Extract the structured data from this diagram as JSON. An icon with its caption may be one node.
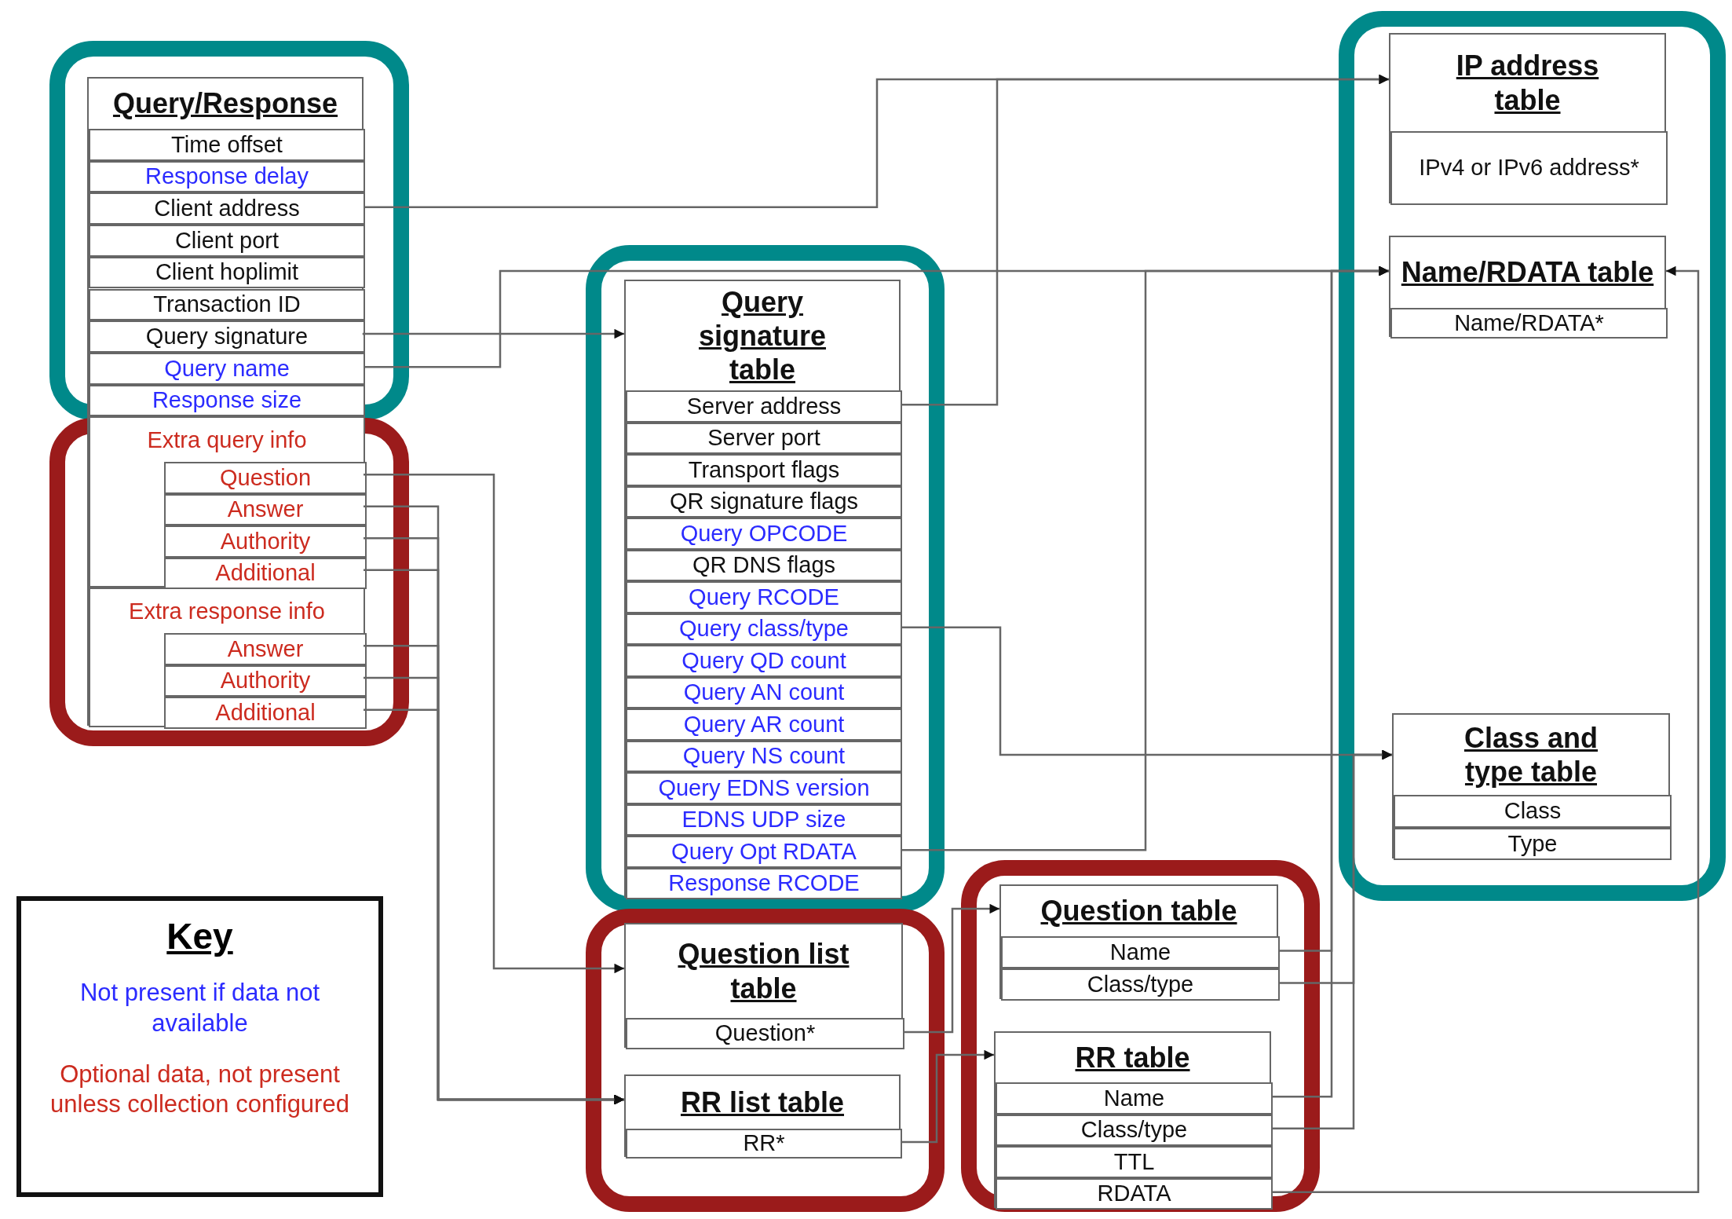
{
  "diagram": {
    "nodes": [
      {
        "text": [
          "Query/Response"
        ]
      },
      {
        "text": [
          "Time offset"
        ],
        "in": 0
      },
      {
        "text": [
          "Response delay"
        ],
        "in": 0
      },
      {
        "text": [
          "Client address"
        ],
        "in": 0
      },
      {
        "text": [
          "Client port"
        ],
        "in": 0
      },
      {
        "text": [
          "Client hoplimit"
        ],
        "in": 0
      },
      {
        "text": [
          "Transaction ID"
        ],
        "in": 0
      },
      {
        "text": [
          "Query signature"
        ],
        "in": 0
      },
      {
        "text": [
          "Query name"
        ],
        "in": 0
      },
      {
        "text": [
          "Response size"
        ],
        "in": 0
      },
      {
        "text": [
          "Extra query info"
        ],
        "in": 0
      },
      {
        "text": [
          "Question"
        ],
        "in": 10
      },
      {
        "text": [
          "Answer"
        ],
        "in": 10
      },
      {
        "text": [
          "Authority"
        ],
        "in": 10
      },
      {
        "text": [
          "Additional"
        ],
        "in": 10
      },
      {
        "text": [
          "Extra response info"
        ],
        "in": 0
      },
      {
        "text": [
          "Answer"
        ],
        "in": 15
      },
      {
        "text": [
          "Authority"
        ],
        "in": 15
      },
      {
        "text": [
          "Additional"
        ],
        "in": 15
      },
      {
        "text": [
          "Query signature table"
        ]
      },
      {
        "text": [
          "Server address"
        ],
        "in": 19
      },
      {
        "text": [
          "Server port"
        ],
        "in": 19
      },
      {
        "text": [
          "Transport flags"
        ],
        "in": 19
      },
      {
        "text": [
          "QR signature flags"
        ],
        "in": 19
      },
      {
        "text": [
          "Query OPCODE"
        ],
        "in": 19
      },
      {
        "text": [
          "QR DNS flags"
        ],
        "in": 19
      },
      {
        "text": [
          "Query RCODE"
        ],
        "in": 19
      },
      {
        "text": [
          "Query class/type"
        ],
        "in": 19
      },
      {
        "text": [
          "Query QD count"
        ],
        "in": 19
      },
      {
        "text": [
          "Query AN count"
        ],
        "in": 19
      },
      {
        "text": [
          "Query AR count"
        ],
        "in": 19
      },
      {
        "text": [
          "Query NS count"
        ],
        "in": 19
      },
      {
        "text": [
          "Query EDNS version"
        ],
        "in": 19
      },
      {
        "text": [
          "EDNS UDP size"
        ],
        "in": 19
      },
      {
        "text": [
          "Query Opt RDATA"
        ],
        "in": 19
      },
      {
        "text": [
          "Response RCODE"
        ],
        "in": 19
      },
      {
        "text": [
          "IP address table"
        ]
      },
      {
        "text": [
          "IPv4 or IPv6 address*"
        ],
        "in": 36
      },
      {
        "text": [
          "Name/RDATA table"
        ]
      },
      {
        "text": [
          "Name/RDATA*"
        ],
        "in": 38
      },
      {
        "text": [
          "Class and type table"
        ]
      },
      {
        "text": [
          "Class"
        ],
        "in": 40
      },
      {
        "text": [
          "Type"
        ],
        "in": 40
      },
      {
        "text": [
          "Question list table"
        ]
      },
      {
        "text": [
          "Question*"
        ],
        "in": 43
      },
      {
        "text": [
          "RR list table"
        ]
      },
      {
        "text": [
          "RR*"
        ],
        "in": 45
      },
      {
        "text": [
          "Question table"
        ]
      },
      {
        "text": [
          "Name"
        ],
        "in": 47
      },
      {
        "text": [
          "Class/type"
        ],
        "in": 47
      },
      {
        "text": [
          "RR table"
        ]
      },
      {
        "text": [
          "Name"
        ],
        "in": 50
      },
      {
        "text": [
          "Class/type"
        ],
        "in": 50
      },
      {
        "text": [
          "TTL"
        ],
        "in": 50
      },
      {
        "text": [
          "RDATA"
        ],
        "in": 50
      }
    ],
    "edges": [
      {
        "from": 3,
        "to": 36,
        "arrow": "to"
      },
      {
        "from": 20,
        "to": 36,
        "arrow": "to"
      },
      {
        "from": 7,
        "to": 19,
        "arrow": "to"
      },
      {
        "from": 8,
        "to": 38,
        "arrow": "to"
      },
      {
        "from": 34,
        "to": 38,
        "arrow": "to"
      },
      {
        "from": 27,
        "to": 40,
        "arrow": "to"
      },
      {
        "from": 11,
        "to": 43,
        "arrow": "to"
      },
      {
        "from": 12,
        "to": 45,
        "arrow": "to"
      },
      {
        "from": 13,
        "to": 45,
        "arrow": "to"
      },
      {
        "from": 14,
        "to": 45,
        "arrow": "to"
      },
      {
        "from": 16,
        "to": 45,
        "arrow": "to"
      },
      {
        "from": 17,
        "to": 45,
        "arrow": "to"
      },
      {
        "from": 18,
        "to": 45,
        "arrow": "to"
      },
      {
        "from": 44,
        "to": 47,
        "arrow": "to"
      },
      {
        "from": 46,
        "to": 50,
        "arrow": "to"
      },
      {
        "from": 48,
        "to": 38,
        "arrow": "to"
      },
      {
        "from": 51,
        "to": 38,
        "arrow": "to"
      },
      {
        "from": 49,
        "to": 40,
        "arrow": "to"
      },
      {
        "from": 52,
        "to": 40,
        "arrow": "to"
      },
      {
        "from": 54,
        "to": 38,
        "arrow": "to"
      }
    ],
    "labels": [
      "Key"
    ],
    "legend": [
      {
        "text": "Not present if data not available",
        "color": "#2b2bff"
      },
      {
        "text": "Optional data, not present unless collection configured",
        "color": "#cc2b1f"
      }
    ]
  }
}
